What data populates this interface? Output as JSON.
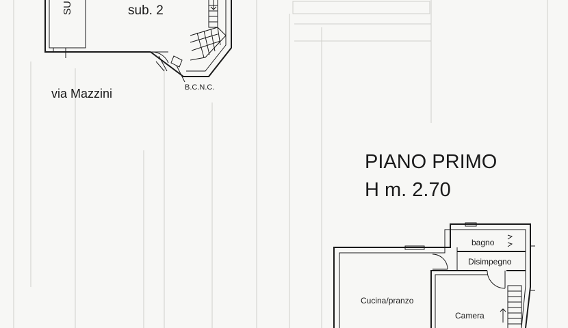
{
  "ground_floor": {
    "sub_label": "sub. 2",
    "edge_label": "SU",
    "bcnc_label": "B.C.N.C.",
    "street_label": "via Mazzini"
  },
  "first_floor": {
    "title": "PIANO PRIMO",
    "height": "H m. 2.70",
    "rooms": {
      "bagno": "bagno",
      "disimpegno": "Disimpegno",
      "cucina": "Cucina/pranzo",
      "camera": "Camera"
    }
  },
  "colors": {
    "ink": "#1a1a1a",
    "paper": "#f7f7f5",
    "ghost": "#d9d9d4"
  }
}
